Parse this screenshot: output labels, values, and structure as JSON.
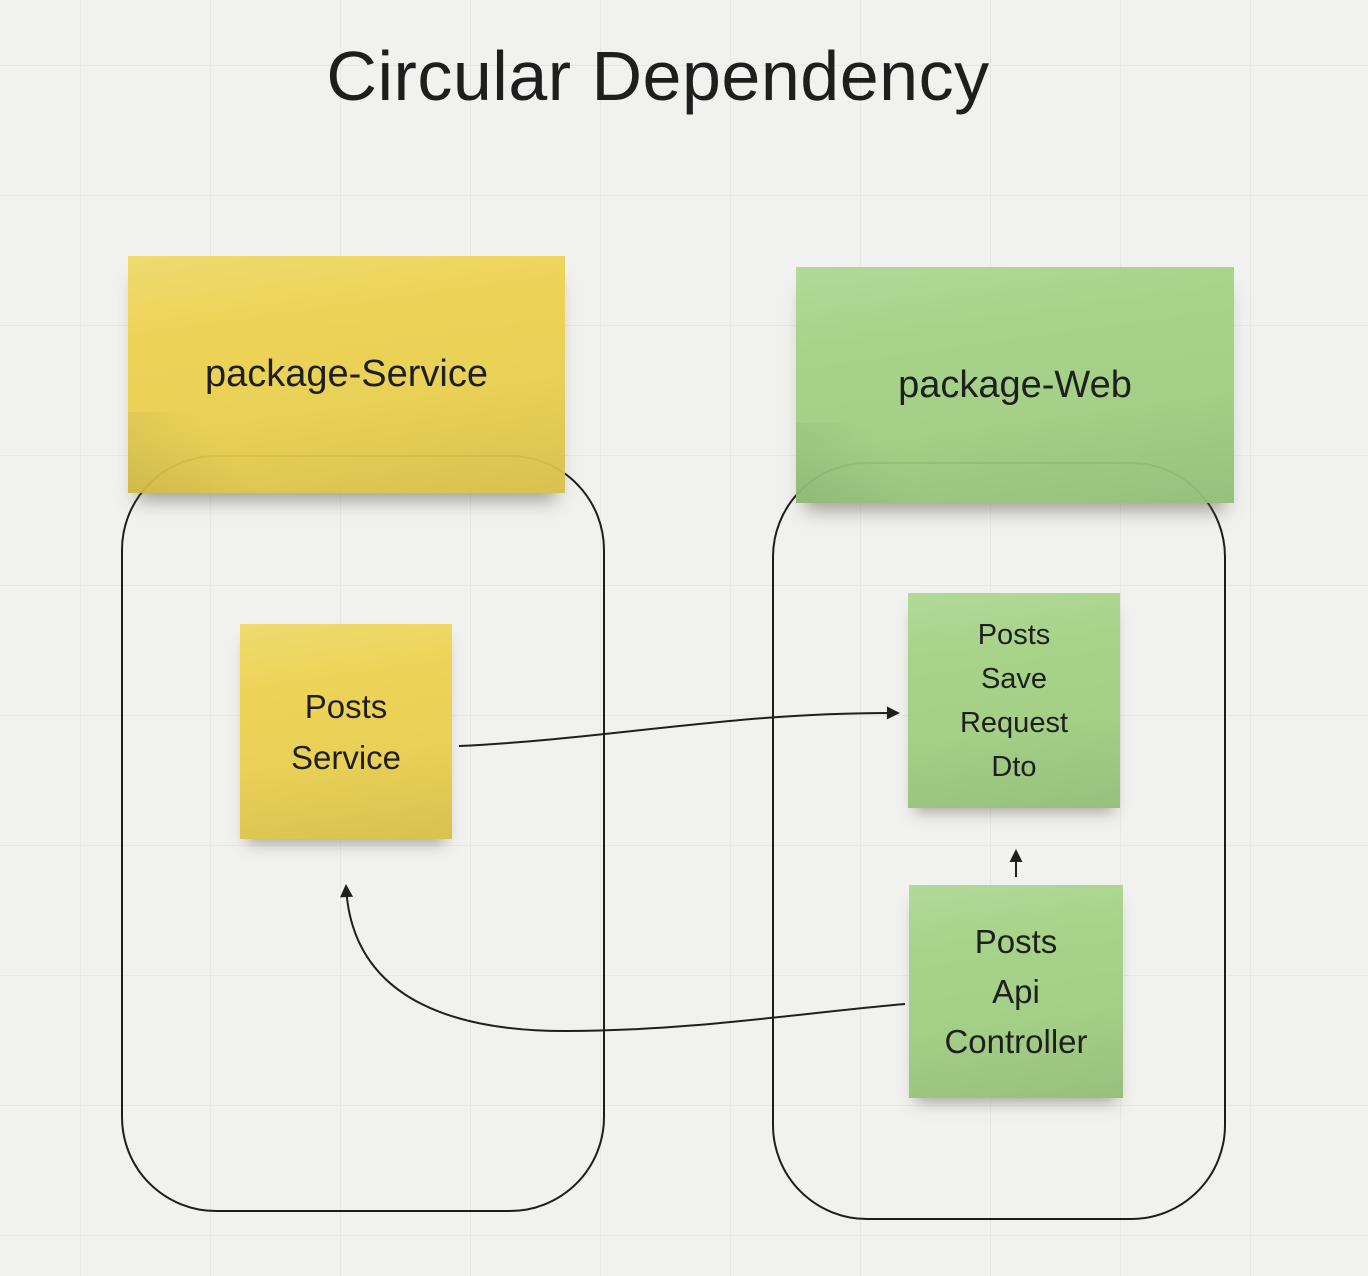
{
  "title": "Circular Dependency",
  "canvas": {
    "background_color": "#f1f1ef",
    "grid_line_color": "#e7e7e4",
    "stroke_color": "#1f1f1f",
    "sticky_yellow": "#ecd24f",
    "sticky_green": "#a2d183"
  },
  "packages": [
    {
      "id": "package-service",
      "label": "package-Service",
      "color": "#ecd24f"
    },
    {
      "id": "package-web",
      "label": "package-Web",
      "color": "#a2d183"
    }
  ],
  "notes": [
    {
      "id": "posts-service",
      "label": "Posts\nService",
      "package": "package-service",
      "color": "#ecd24f"
    },
    {
      "id": "posts-save-request-dto",
      "label": "Posts\nSave\nRequest\nDto",
      "package": "package-web",
      "color": "#a2d183"
    },
    {
      "id": "posts-api-controller",
      "label": "Posts\nApi\nController",
      "package": "package-web",
      "color": "#a2d183"
    }
  ],
  "edges": [
    {
      "from": "posts-service",
      "to": "posts-save-request-dto"
    },
    {
      "from": "posts-api-controller",
      "to": "posts-save-request-dto"
    },
    {
      "from": "posts-api-controller",
      "to": "posts-service"
    }
  ]
}
